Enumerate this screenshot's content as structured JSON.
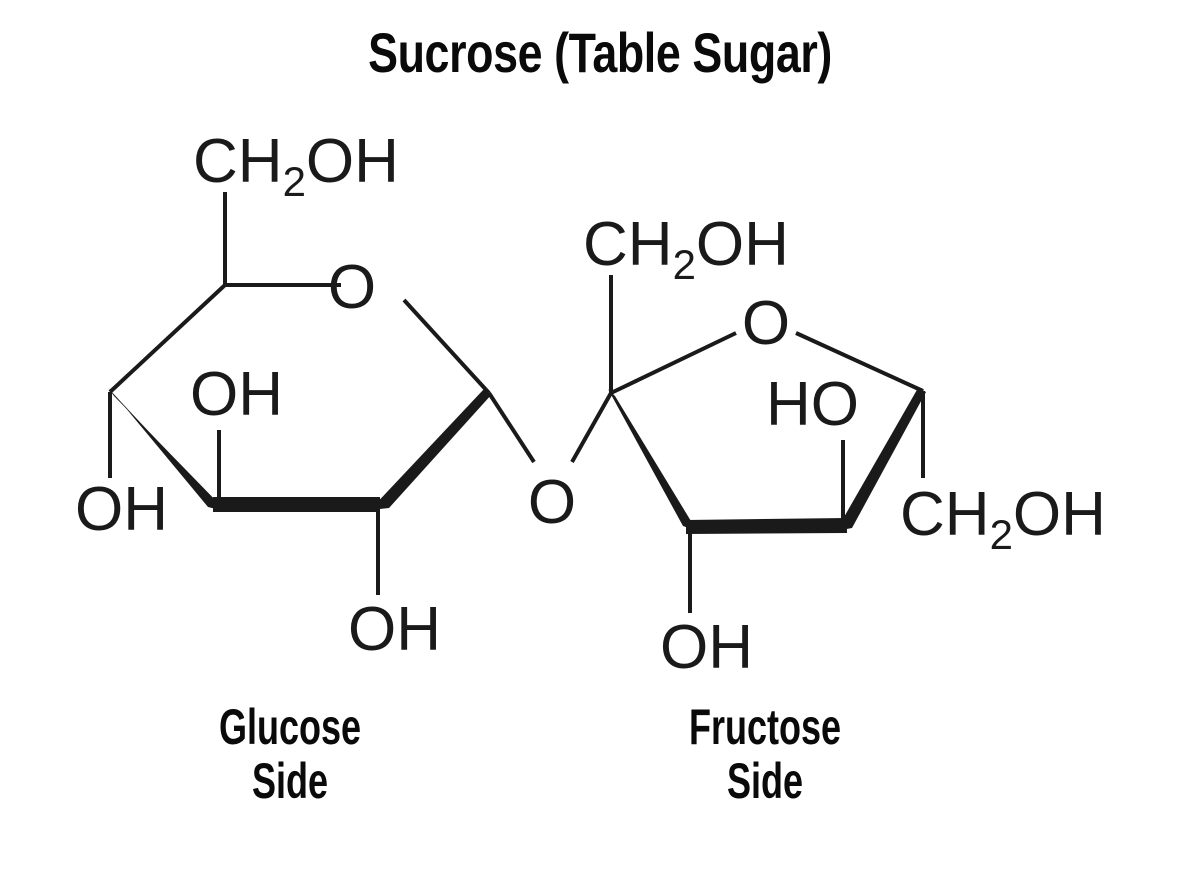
{
  "title": "Sucrose (Table Sugar)",
  "captions": {
    "glucose": {
      "line1": "Glucose",
      "line2": "Side"
    },
    "fructose": {
      "line1": "Fructose",
      "line2": "Side"
    }
  },
  "colors": {
    "background": "#ffffff",
    "ink": "#1a1a1a",
    "title_ink": "#0a0a0a"
  },
  "molecule": {
    "name": "Sucrose",
    "common_name": "Table Sugar",
    "representation": "Haworth projection",
    "glycosidic_linkage_atom": "O",
    "units": [
      {
        "unit_name": "Glucose Side",
        "ring_type": "pyranose",
        "ring_size": 6,
        "ring_oxygen_label": "O",
        "substituents": [
          {
            "label": "CH",
            "subscript": "2",
            "label_tail": "OH",
            "full": "CH2OH",
            "position": "C6 top-left"
          },
          {
            "label": "OH",
            "full": "OH",
            "position": "C4 left"
          },
          {
            "label": "OH",
            "full": "OH",
            "position": "C3 upper-interior"
          },
          {
            "label": "OH",
            "full": "OH",
            "position": "C2 bottom"
          }
        ]
      },
      {
        "unit_name": "Fructose Side",
        "ring_type": "furanose",
        "ring_size": 5,
        "ring_oxygen_label": "O",
        "substituents": [
          {
            "label": "CH",
            "subscript": "2",
            "label_tail": "OH",
            "full": "CH2OH",
            "position": "C1 top-left"
          },
          {
            "label": "HO",
            "full": "HO",
            "position": "C4 interior"
          },
          {
            "label": "CH",
            "subscript": "2",
            "label_tail": "OH",
            "full": "CH2OH",
            "position": "C6 right"
          },
          {
            "label": "OH",
            "full": "OH",
            "position": "C3 bottom"
          }
        ]
      }
    ]
  },
  "labels": {
    "glucose_ch2oh": {
      "head": "CH",
      "sub": "2",
      "tail": "OH"
    },
    "glucose_ring_o": "O",
    "glucose_oh_left": "OH",
    "glucose_oh_inner": "OH",
    "glucose_oh_bottom": "OH",
    "glycosidic_o": "O",
    "fructose_ch2oh_top": {
      "head": "CH",
      "sub": "2",
      "tail": "OH"
    },
    "fructose_ring_o": "O",
    "fructose_ho": "HO",
    "fructose_ch2oh_right": {
      "head": "CH",
      "sub": "2",
      "tail": "OH"
    },
    "fructose_oh_bottom": "OH"
  }
}
